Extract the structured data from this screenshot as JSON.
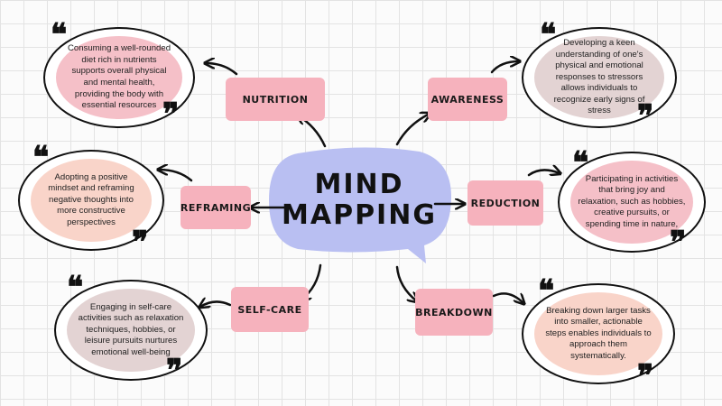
{
  "title_line1": "MIND",
  "title_line2": "MAPPING",
  "quote_open": "❝",
  "quote_close": "❞",
  "colors": {
    "pink_box": "#f6b2bd",
    "center_blob": "#b9bff2",
    "bubble_pink": "#f5c0c8",
    "bubble_mauve": "#e3d3d3",
    "bubble_peach": "#f9d4c9"
  },
  "branches": [
    {
      "label": "NUTRITION",
      "text": "Consuming a well-rounded diet rich in nutrients supports overall physical and mental health, providing the body with essential resources"
    },
    {
      "label": "AWARENESS",
      "text": "Developing a keen understanding of one's physical and emotional responses to stressors allows individuals to recognize early signs of stress"
    },
    {
      "label": "REFRAMING",
      "text": "Adopting a positive mindset and reframing negative thoughts into more constructive perspectives"
    },
    {
      "label": "REDUCTION",
      "text": "Participating in activities that bring joy and relaxation, such as hobbies, creative pursuits, or spending time in nature,"
    },
    {
      "label": "SELF-CARE",
      "text": "Engaging in self-care activities such as relaxation techniques, hobbies, or leisure pursuits nurtures emotional well-being"
    },
    {
      "label": "BREAKDOWN",
      "text": "Breaking down larger tasks into smaller, actionable steps enables individuals to approach them systematically."
    }
  ]
}
